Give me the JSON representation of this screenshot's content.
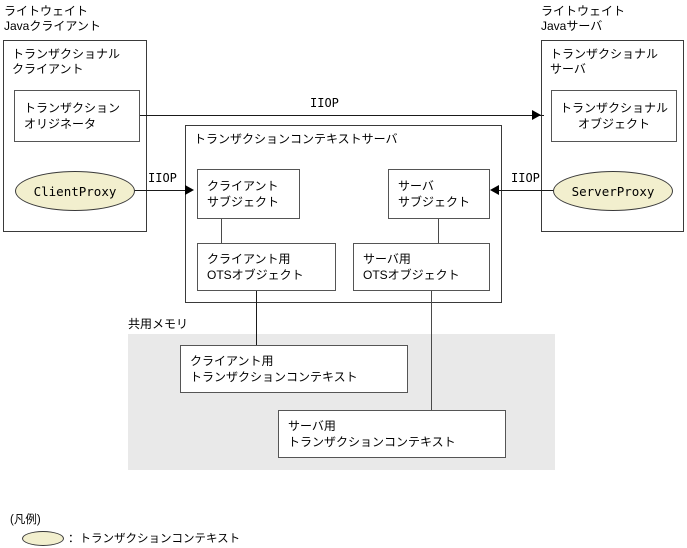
{
  "diagram": {
    "client_zone": {
      "caption": "ライトウェイト\nJavaクライアント",
      "container_title": "トランザクショナル\nクライアント",
      "originator": "トランザクション\nオリジネータ",
      "proxy": "ClientProxy"
    },
    "server_zone": {
      "caption": "ライトウェイト\nJavaサーバ",
      "container_title": "トランザクショナル\nサーバ",
      "object": "トランザクショナル\nオブジェクト",
      "proxy": "ServerProxy"
    },
    "context_server": {
      "title": "トランザクションコンテキストサーバ",
      "client_subject": "クライアント\nサブジェクト",
      "server_subject": "サーバ\nサブジェクト",
      "client_ots": "クライアント用\nOTSオブジェクト",
      "server_ots": "サーバ用\nOTSオブジェクト"
    },
    "shared_memory": {
      "label": "共用メモリ",
      "client_context": "クライアント用\nトランザクションコンテキスト",
      "server_context": "サーバ用\nトランザクションコンテキスト"
    },
    "links": {
      "top_protocol": "IIOP",
      "client_protocol": "IIOP",
      "server_protocol": "IIOP"
    },
    "legend": {
      "title": "(凡例)",
      "separator": "：",
      "entry": "トランザクションコンテキスト"
    },
    "colors": {
      "ellipse_fill": "#f2efce",
      "shared_memory_fill": "#e9e9e9",
      "border": "#3a3a3a",
      "line": "#1a1a1a"
    }
  }
}
